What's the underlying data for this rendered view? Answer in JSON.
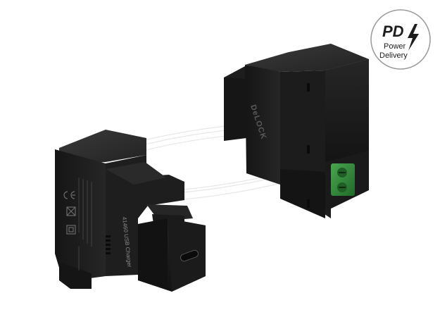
{
  "badge": {
    "logo": "PD",
    "line1": "Power",
    "line2": "Delivery",
    "icon": "lightning-bolt-icon"
  },
  "product": {
    "brand_mark": "DeLOCK",
    "model_label": "41460 USB Charger",
    "port_icon": "usb-c-port-icon",
    "marks": [
      "CE",
      "WEEE bin",
      "double insulation"
    ]
  },
  "colors": {
    "background": "#ffffff",
    "body": "#1b1b1b",
    "terminal": "#2f8a3a"
  }
}
